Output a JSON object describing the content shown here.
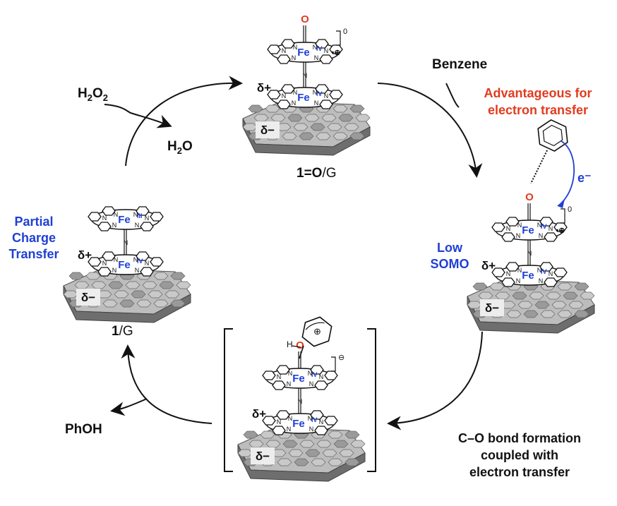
{
  "colors": {
    "blue": "#1f3fd6",
    "red": "#e23b1f",
    "black": "#111111",
    "graphene_light": "#bdbdbd",
    "graphene_mid": "#9a9a9a",
    "graphene_dark": "#6e6e6e"
  },
  "reagents": {
    "h2o2_main": "H",
    "h2o2_sub1": "2",
    "h2o2_mid": "O",
    "h2o2_sub2": "2",
    "h2o_main": "H",
    "h2o_sub": "2",
    "h2o_tail": "O",
    "benzene": "Benzene",
    "phoh": "PhOH"
  },
  "species": {
    "top_label_bold": "1=O",
    "top_label_rest": "/G",
    "left_label_bold": "1",
    "left_label_rest": "/G",
    "charge_zero": "0",
    "charge_minus": "⊖"
  },
  "annotations": {
    "partial_charge_line1": "Partial",
    "partial_charge_line2": "Charge",
    "partial_charge_line3": "Transfer",
    "advantageous_line1": "Advantageous for",
    "advantageous_line2": "electron transfer",
    "electron": "e⁻",
    "low_somo_line1": "Low",
    "low_somo_line2": "SOMO",
    "co_line1": "C–O bond formation",
    "co_line2": "coupled with",
    "co_line3": "electron transfer"
  },
  "atoms": {
    "fe": "Fe",
    "fe_iv": "IV",
    "fe_iii": "III",
    "oxygen": "O",
    "n": "N",
    "h": "H",
    "delta_plus": "δ+",
    "delta_minus": "δ−",
    "radical_cation": "•⊕",
    "plus_in_ring": "⊕"
  }
}
